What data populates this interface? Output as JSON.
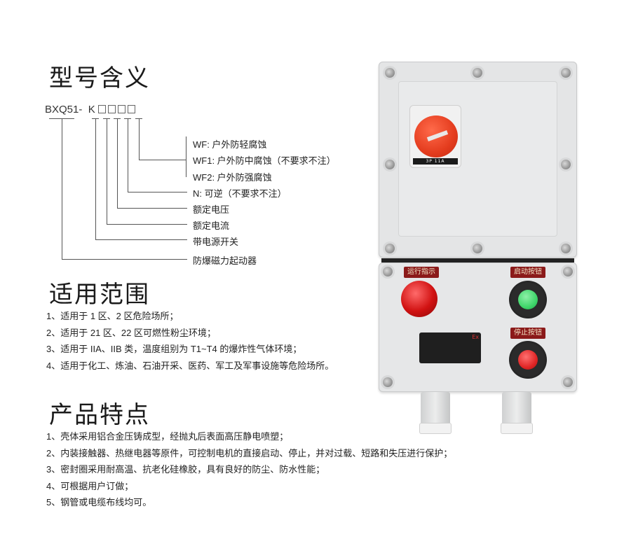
{
  "sections": {
    "model_meaning": {
      "title": "型号含义",
      "code_prefix": "BXQ51-",
      "code_k": "K",
      "placeholder_boxes": 4,
      "legend": [
        "WF: 户外防轻腐蚀",
        "WF1: 户外防中腐蚀（不要求不注）",
        "WF2: 户外防强腐蚀",
        "N: 可逆（不要求不注）",
        "额定电压",
        "额定电流",
        "带电源开关",
        "防爆磁力起动器"
      ]
    },
    "scope": {
      "title": "适用范围",
      "items": [
        "1、适用于 1 区、2 区危险场所；",
        "2、适用于 21 区、22 区可燃性粉尘环境；",
        "3、适用于 IIA、IIB 类，温度组别为 T1~T4 的爆炸性气体环境；",
        "4、适用于化工、炼油、石油开采、医药、军工及军事设施等危险场所。"
      ]
    },
    "features": {
      "title": "产品特点",
      "items": [
        "1、壳体采用铝合金压铸成型，经抛丸后表面高压静电喷塑；",
        "2、内装接触器、热继电器等原件，可控制电机的直接启动、停止，并对过载、短路和失压进行保护；",
        "3、密封圈采用耐高温、抗老化硅橡胶，具有良好的防尘、防水性能；",
        "4、可根据用户订做；",
        "5、钢管或电缆布线均可。"
      ]
    }
  },
  "product": {
    "switch_rating": "3P  11A",
    "labels": {
      "run_indicator": "运行指示",
      "start_button": "启动按钮",
      "stop_button": "停止按钮"
    },
    "nameplate_mark": "Ex",
    "colors": {
      "knob": "#e43c1e",
      "lamp": "#d11212",
      "start_cap": "#3fd66a",
      "stop_cap": "#e02626",
      "tag_bg": "#8b1a1a"
    }
  }
}
